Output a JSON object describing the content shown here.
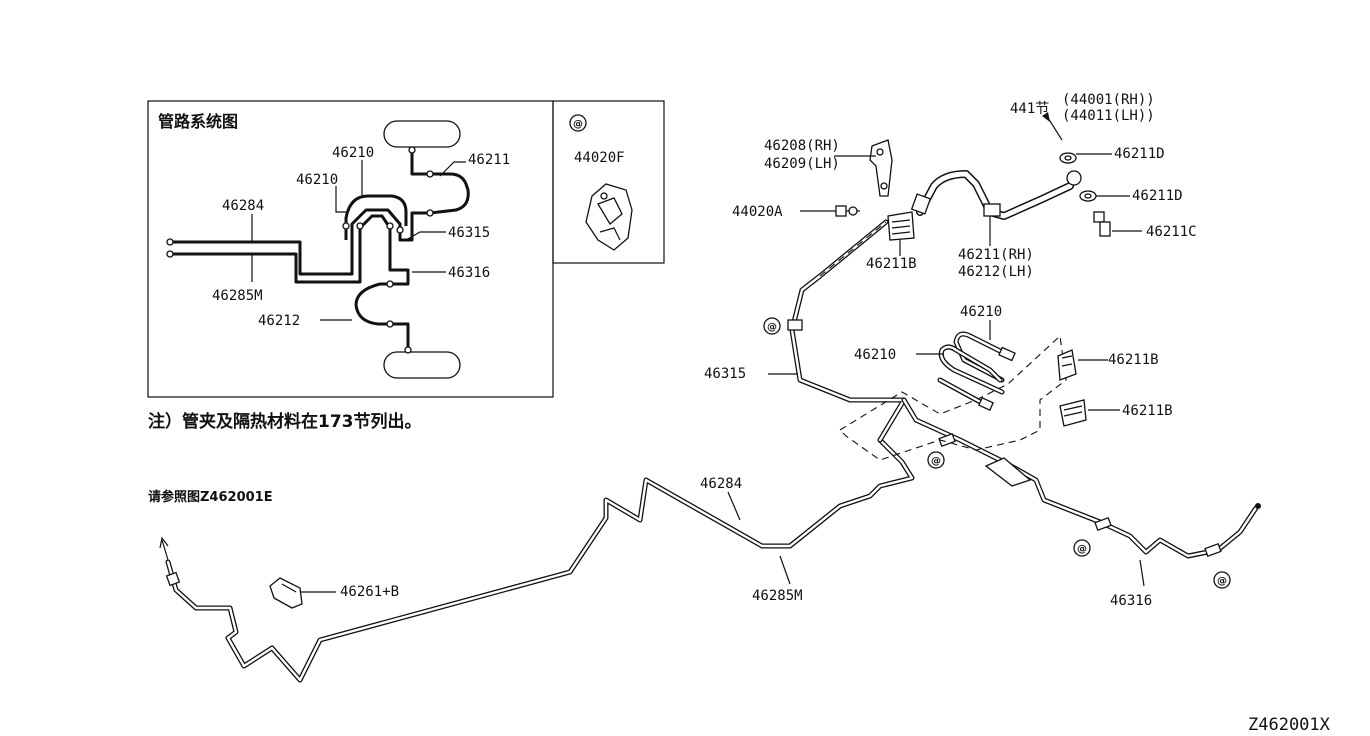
{
  "inset": {
    "title": "管路系统图",
    "labels": {
      "a": "46210",
      "b": "46210",
      "c": "46211",
      "d": "46284",
      "e": "46315",
      "f": "46285M",
      "g": "46316",
      "h": "46212"
    }
  },
  "inset2": {
    "symbol": "@",
    "label": "44020F"
  },
  "note": "注）管夹及隔热材料在173节列出。",
  "refer": "请参照图Z462001E",
  "callouts": {
    "p46208": "46208(RH)",
    "p46209": "46209(LH)",
    "p44020a": "44020A",
    "p46211b_top": "46211B",
    "p441": "441节",
    "p44001": "(44001(RH))",
    "p44011": "(44011(LH))",
    "p46211d_1": "46211D",
    "p46211d_2": "46211D",
    "p46211c": "46211C",
    "p46211rh": "46211(RH)",
    "p46212lh": "46212(LH)",
    "p46210_a": "46210",
    "p46210_b": "46210",
    "p46211b_r1": "46211B",
    "p46211b_r2": "46211B",
    "p46315": "46315",
    "p46284": "46284",
    "p46285m": "46285M",
    "p46316": "46316",
    "p46261": "46261+B"
  },
  "clip_symbol": "@",
  "figure_code": "Z462001X"
}
